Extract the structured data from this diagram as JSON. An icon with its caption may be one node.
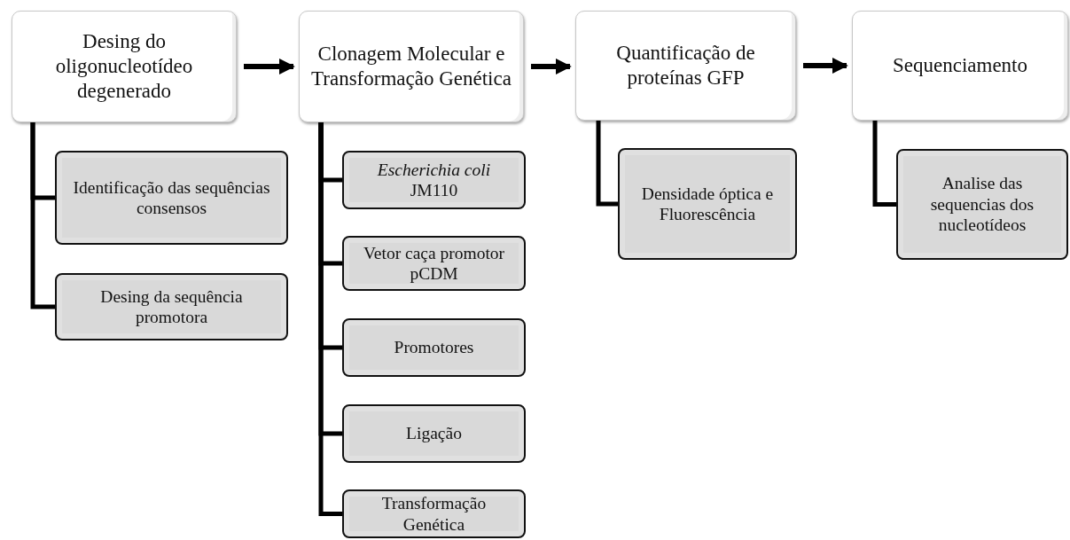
{
  "diagram": {
    "nodes": [
      {
        "text": [
          "Desing do oligonucleotídeo degenerado"
        ]
      },
      {
        "text": [
          "Identificação das sequências consensos"
        ]
      },
      {
        "text": [
          "Desing da sequência promotora"
        ]
      },
      {
        "text": [
          "Clonagem Molecular e Transformação Genética"
        ]
      },
      {
        "text": [
          "*Escherichia coli* JM110"
        ]
      },
      {
        "text": [
          "Vetor caça promotor pCDM"
        ]
      },
      {
        "text": [
          "Promotores"
        ]
      },
      {
        "text": [
          "Ligação"
        ]
      },
      {
        "text": [
          "Transformação Genética"
        ]
      },
      {
        "text": [
          "Quantificação de proteínas GFP"
        ]
      },
      {
        "text": [
          "Densidade óptica e Fluorescência"
        ]
      },
      {
        "text": [
          "Sequenciamento"
        ]
      },
      {
        "text": [
          "Analise das sequencias dos nucleotídeos"
        ]
      }
    ],
    "edges": [
      {
        "from": 0,
        "to": 3,
        "arrow": "to"
      },
      {
        "from": 3,
        "to": 9,
        "arrow": "to"
      },
      {
        "from": 9,
        "to": 11,
        "arrow": "to"
      },
      {
        "from": 0,
        "to": 1,
        "arrow": "none"
      },
      {
        "from": 0,
        "to": 2,
        "arrow": "none"
      },
      {
        "from": 3,
        "to": 4,
        "arrow": "none"
      },
      {
        "from": 3,
        "to": 5,
        "arrow": "none"
      },
      {
        "from": 3,
        "to": 6,
        "arrow": "none"
      },
      {
        "from": 3,
        "to": 7,
        "arrow": "none"
      },
      {
        "from": 3,
        "to": 8,
        "arrow": "none"
      },
      {
        "from": 9,
        "to": 10,
        "arrow": "none"
      },
      {
        "from": 11,
        "to": 12,
        "arrow": "none"
      }
    ]
  }
}
